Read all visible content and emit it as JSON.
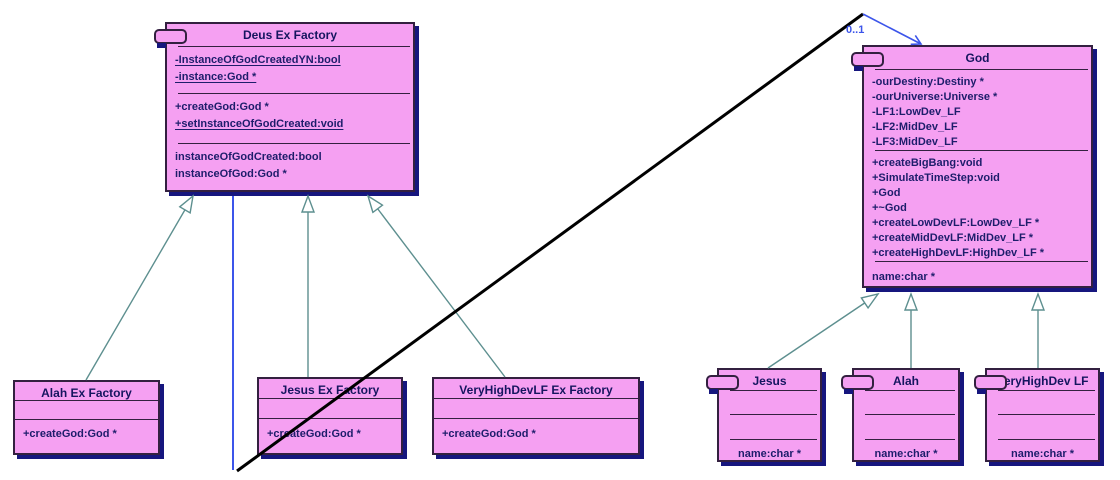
{
  "association": {
    "multiplicity": "0..1"
  },
  "colors": {
    "class_fill": "#f5a0f2",
    "class_border": "#332040",
    "shadow": "#16167e",
    "title_text": "#15155f",
    "member_text": "#1d1d6b",
    "inherit_line": "#5d8f8f",
    "assoc_blue": "#3c55ea",
    "assoc_black": "#000000"
  },
  "classes": {
    "deus_ex_factory": {
      "title": "Deus Ex Factory",
      "attributes": [
        {
          "text": "-InstanceOfGodCreatedYN:bool",
          "underline": true
        },
        {
          "text": "-instance:God *",
          "underline": true
        }
      ],
      "methods": [
        {
          "text": "+createGod:God *",
          "underline": false
        },
        {
          "text": "+setInstanceOfGodCreated:void",
          "underline": true
        }
      ],
      "properties": [
        {
          "text": "instanceOfGodCreated:bool",
          "underline": false
        },
        {
          "text": "instanceOfGod:God *",
          "underline": false
        }
      ]
    },
    "god": {
      "title": "God",
      "attributes": [
        {
          "text": "-ourDestiny:Destiny *"
        },
        {
          "text": "-ourUniverse:Universe *"
        },
        {
          "text": "-LF1:LowDev_LF"
        },
        {
          "text": "-LF2:MidDev_LF"
        },
        {
          "text": "-LF3:MidDev_LF"
        }
      ],
      "methods": [
        {
          "text": "+createBigBang:void"
        },
        {
          "text": "+SimulateTimeStep:void"
        },
        {
          "text": "+God"
        },
        {
          "text": "+~God"
        },
        {
          "text": "+createLowDevLF:LowDev_LF *"
        },
        {
          "text": "+createMidDevLF:MidDev_LF *"
        },
        {
          "text": "+createHighDevLF:HighDev_LF *"
        }
      ],
      "properties": [
        {
          "text": "name:char *"
        }
      ]
    },
    "alah_ex_factory": {
      "title": "Alah Ex Factory",
      "methods": [
        {
          "text": "+createGod:God *"
        }
      ]
    },
    "jesus_ex_factory": {
      "title": "Jesus Ex Factory",
      "methods": [
        {
          "text": "+createGod:God *"
        }
      ]
    },
    "veryhighdevlf_ex_factory": {
      "title": "VeryHighDevLF Ex Factory",
      "methods": [
        {
          "text": "+createGod:God *"
        }
      ]
    },
    "jesus": {
      "title": "Jesus",
      "properties": [
        {
          "text": "name:char *"
        }
      ]
    },
    "alah": {
      "title": "Alah",
      "properties": [
        {
          "text": "name:char *"
        }
      ]
    },
    "veryhighdev_lf": {
      "title": "VeryHighDev LF",
      "properties": [
        {
          "text": "name:char *"
        }
      ]
    }
  }
}
